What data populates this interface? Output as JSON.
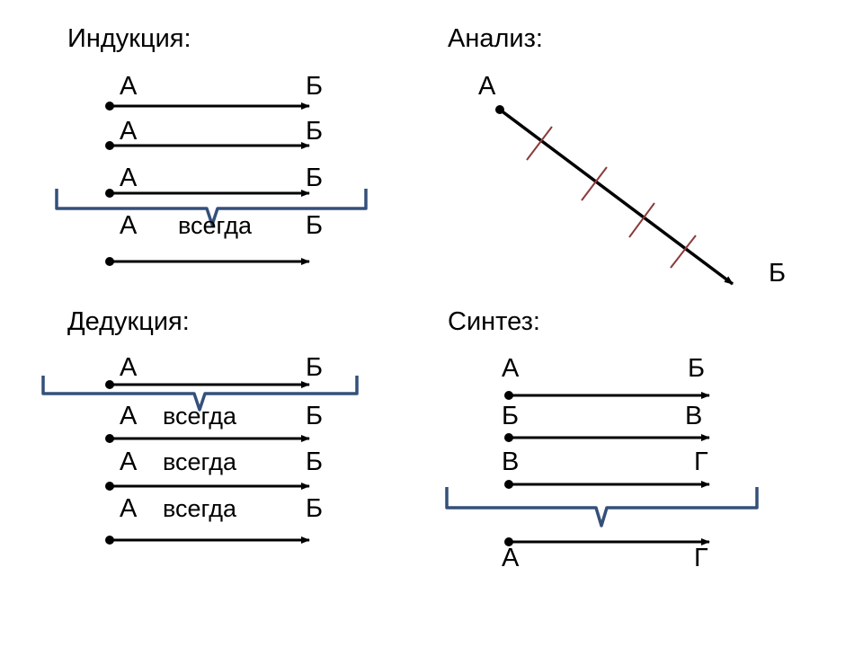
{
  "colors": {
    "line": "#000000",
    "brace": "#34507a",
    "tick": "#8b3a3a"
  },
  "induction": {
    "title": "Индукция:",
    "rows": [
      {
        "left": "А",
        "mid": "",
        "right": "Б"
      },
      {
        "left": "А",
        "mid": "",
        "right": "Б"
      },
      {
        "left": "А",
        "mid": "",
        "right": "Б"
      },
      {
        "left": "А",
        "mid": "всегда",
        "right": "Б"
      }
    ]
  },
  "deduction": {
    "title": "Дедукция:",
    "rows": [
      {
        "left": "А",
        "mid": "",
        "right": "Б"
      },
      {
        "left": "А",
        "mid": "всегда",
        "right": "Б"
      },
      {
        "left": "А",
        "mid": "всегда",
        "right": "Б"
      },
      {
        "left": "А",
        "mid": "всегда",
        "right": "Б"
      }
    ]
  },
  "analysis": {
    "title": "Анализ:",
    "start": "А",
    "end": "Б"
  },
  "synthesis": {
    "title": "Синтез:",
    "rows": [
      {
        "left": "А",
        "right": "Б"
      },
      {
        "left": "Б",
        "right": "В"
      },
      {
        "left": "В",
        "right": "Г"
      }
    ],
    "result": {
      "left": "А",
      "right": "Г"
    }
  }
}
